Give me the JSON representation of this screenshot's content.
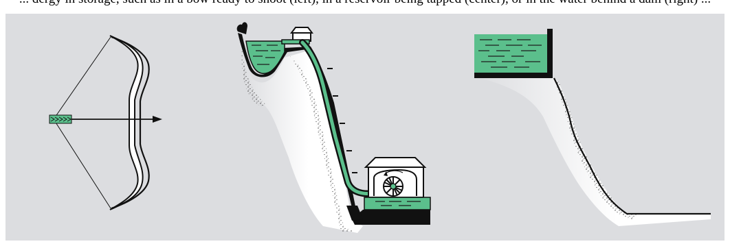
{
  "caption_strip": "... dergy in storage, such as in a bow ready to shoot (left), in a reservoir being tapped (center), or in the water behind a dam (right) ...",
  "colors": {
    "panel_background": "#dcdde0",
    "water": "#5bbf8c",
    "water_lines": "#1c1c1c",
    "outline": "#111111",
    "ground_fill": "#ffffff",
    "stipple": "#3a3a3a"
  },
  "illustrations": [
    {
      "name": "bow-and-arrow",
      "icon": "bow-icon"
    },
    {
      "name": "hydroelectric-penstock",
      "icon": "turbine-icon"
    },
    {
      "name": "water-tank-on-cliff",
      "icon": "reservoir-icon"
    }
  ]
}
